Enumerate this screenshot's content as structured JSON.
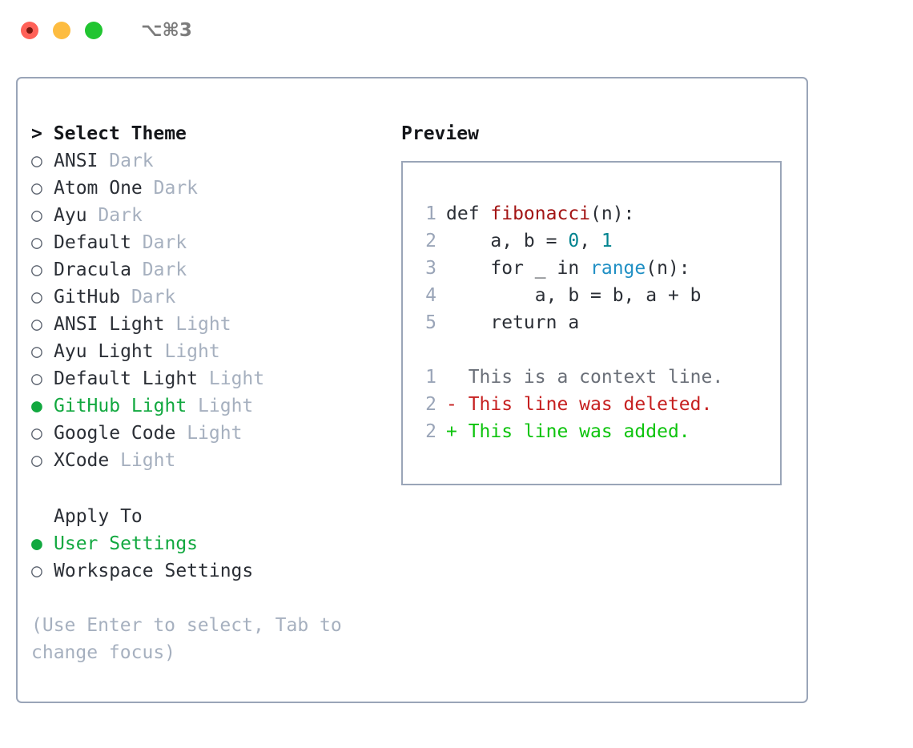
{
  "titlebar": {
    "shortcut": "⌥⌘3",
    "buttons": [
      {
        "name": "close",
        "color": "#ff6158"
      },
      {
        "name": "minimize",
        "color": "#fdbc40"
      },
      {
        "name": "maximize",
        "color": "#21c531"
      }
    ]
  },
  "colors": {
    "panel_border": "#9aa5b8",
    "selected_green": "#11a83f",
    "muted_tag": "#a6b0bf",
    "text": "#2b2f36",
    "hint": "#a6b0bf",
    "diff_added": "#0ec40e",
    "diff_removed": "#c62020",
    "syntax_function": "#a31515",
    "syntax_number": "#00838f",
    "syntax_call": "#1f8fc4"
  },
  "theme_list": {
    "header": "Select Theme",
    "caret": ">",
    "bullet_unselected": "○",
    "bullet_selected": "●",
    "items": [
      {
        "label": "ANSI",
        "tag": "Dark",
        "selected": false
      },
      {
        "label": "Atom One",
        "tag": "Dark",
        "selected": false
      },
      {
        "label": "Ayu",
        "tag": "Dark",
        "selected": false
      },
      {
        "label": "Default",
        "tag": "Dark",
        "selected": false
      },
      {
        "label": "Dracula",
        "tag": "Dark",
        "selected": false
      },
      {
        "label": "GitHub",
        "tag": "Dark",
        "selected": false
      },
      {
        "label": "ANSI Light",
        "tag": "Light",
        "selected": false
      },
      {
        "label": "Ayu Light",
        "tag": "Light",
        "selected": false
      },
      {
        "label": "Default Light",
        "tag": "Light",
        "selected": false
      },
      {
        "label": "GitHub Light",
        "tag": "Light",
        "selected": true
      },
      {
        "label": "Google Code",
        "tag": "Light",
        "selected": false
      },
      {
        "label": "XCode",
        "tag": "Light",
        "selected": false
      }
    ]
  },
  "apply_to": {
    "header": "Apply To",
    "items": [
      {
        "label": "User Settings",
        "selected": true
      },
      {
        "label": "Workspace Settings",
        "selected": false
      }
    ]
  },
  "hint": "(Use Enter to select, Tab to change focus)",
  "preview": {
    "title": "Preview",
    "code_lines": [
      {
        "no": "1",
        "segments": [
          {
            "text": "def ",
            "type": "plain"
          },
          {
            "text": "fibonacci",
            "type": "function"
          },
          {
            "text": "(n):",
            "type": "plain"
          }
        ]
      },
      {
        "no": "2",
        "segments": [
          {
            "text": "    a, b = ",
            "type": "plain"
          },
          {
            "text": "0",
            "type": "number"
          },
          {
            "text": ", ",
            "type": "plain"
          },
          {
            "text": "1",
            "type": "number"
          }
        ]
      },
      {
        "no": "3",
        "segments": [
          {
            "text": "    for _ in ",
            "type": "plain"
          },
          {
            "text": "range",
            "type": "call"
          },
          {
            "text": "(n):",
            "type": "plain"
          }
        ]
      },
      {
        "no": "4",
        "segments": [
          {
            "text": "        a, b = b, a + b",
            "type": "plain"
          }
        ]
      },
      {
        "no": "5",
        "segments": [
          {
            "text": "    return a",
            "type": "plain"
          }
        ]
      }
    ],
    "diff_lines": [
      {
        "no": "1",
        "marker": " ",
        "text": "This is a context line.",
        "kind": "context"
      },
      {
        "no": "2",
        "marker": "-",
        "text": "This line was deleted.",
        "kind": "removed"
      },
      {
        "no": "2",
        "marker": "+",
        "text": "This line was added.",
        "kind": "added"
      }
    ]
  }
}
